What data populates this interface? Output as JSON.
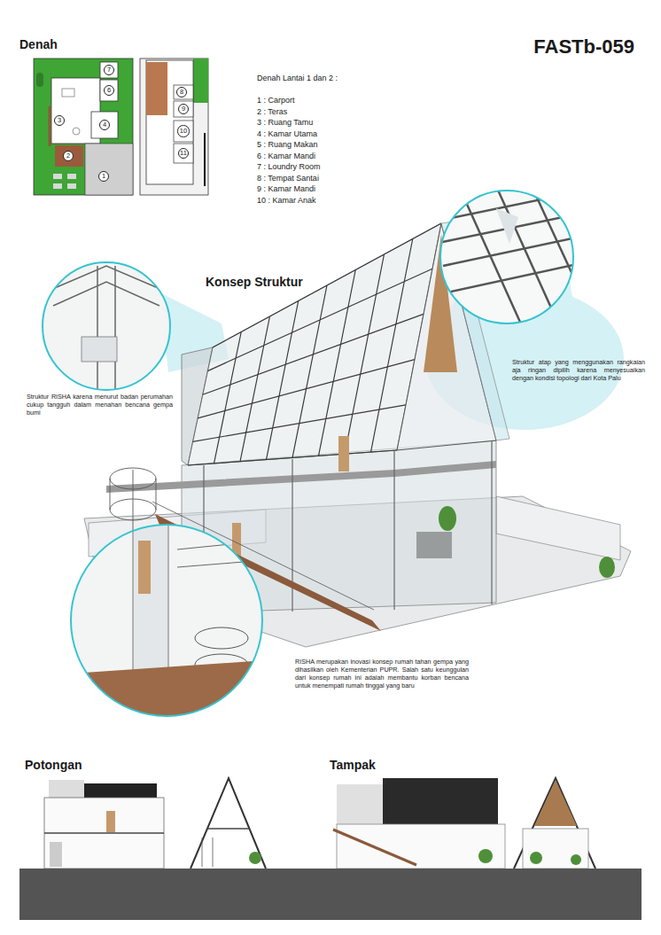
{
  "diagram": {
    "title": "FASTb-059",
    "nodes": [
      {
        "text": [
          "7"
        ]
      },
      {
        "text": [
          "6"
        ]
      },
      {
        "text": [
          "3"
        ]
      },
      {
        "text": [
          "4"
        ]
      },
      {
        "text": [
          "2"
        ]
      },
      {
        "text": [
          "1"
        ]
      },
      {
        "text": [
          "8"
        ]
      },
      {
        "text": [
          "9"
        ]
      },
      {
        "text": [
          "10"
        ]
      },
      {
        "text": [
          "11"
        ]
      }
    ],
    "labels": [
      "Denah",
      "Denah Lantai 1 dan 2 :",
      "1 : Carport",
      "2 : Teras",
      "3 : Ruang Tamu",
      "4 : Kamar Utama",
      "5 : Ruang Makan",
      "6 : Kamar Mandi",
      "7 : Loundry Room",
      "8 : Tempat Santai",
      "9 : Kamar Mandi",
      "10 : Kamar Anak",
      "Konsep Struktur",
      "Struktur atap yang menggunakan rangkaian aja ringan dipilih karena menyesuaikan dengan kondisi topologi dari Kota Palu",
      "Struktur RISHA karena menurut badan perumahan cukup tangguh dalam menahan bencana gempa bumi",
      "RISHA merupakan inovasi konsep rumah tahan gempa yang dihasilkan oleh Kementerian PUPR. Salah satu keunggulan dari konsep rumah ini adalah membantu korban bencana untuk menempati rumah tinggal yang baru",
      "Potongan",
      "Tampak"
    ]
  }
}
